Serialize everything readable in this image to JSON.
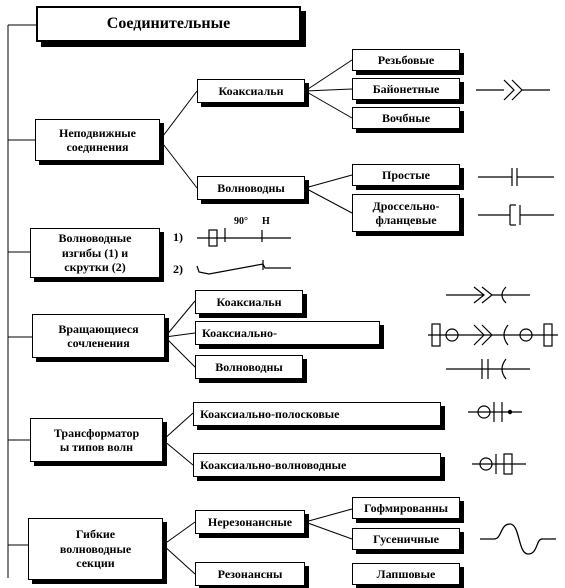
{
  "title": "Соединительные",
  "groups": {
    "fixed": {
      "label": "Неподвижные\nсоединения",
      "coaxial": "Коаксиальн",
      "waveguide": "Волноводны",
      "threaded": "Резьбовые",
      "bayonet": "Байонетные",
      "bolt": "Вочбные",
      "simple": "Простые",
      "choke": "Дроссельно-\nфланцевые"
    },
    "bends": {
      "label": "Волноводные\nизгибы (1) и\nскрутки (2)",
      "marker1": "1)",
      "marker2": "2)",
      "angle": "90°",
      "h_letter": "H"
    },
    "rotary": {
      "label": "Вращающиеся\nсочленения",
      "coaxial": "Коаксиальн",
      "coax_wave": "Коаксиально-",
      "waveguide": "Волноводны"
    },
    "transformers": {
      "label": "Трансформатор\nы типов волн",
      "coax_strip": "Коаксиально-полосковые",
      "coax_wave": "Коаксиально-волноводные"
    },
    "flexible": {
      "label": "Гибкие\nволноводные\nсекции",
      "nonresonant": "Нерезонансные",
      "resonant": "Резонансны",
      "corrugated": "Гофмированны",
      "caterpillar": "Гусеничные",
      "leaf": "Лапшовые"
    }
  }
}
